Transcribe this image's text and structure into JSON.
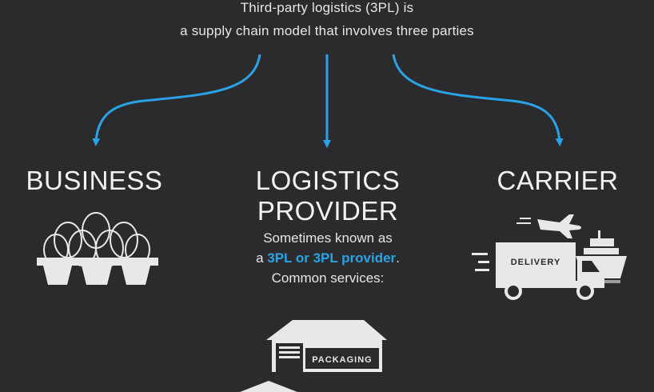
{
  "intro": {
    "line1": "Third-party logistics (3PL) is",
    "line2": "a supply chain model that involves three parties"
  },
  "parties": {
    "business": "BUSINESS",
    "logistics_line1": "LOGISTICS",
    "logistics_line2": "PROVIDER",
    "carrier": "CARRIER"
  },
  "logistics_desc": {
    "line1": "Sometimes known as",
    "line2_prefix": "a ",
    "line2_highlight": "3PL or 3PL provider",
    "line2_suffix": ".",
    "line3": "Common services:"
  },
  "labels": {
    "delivery": "DELIVERY",
    "packaging": "PACKAGING"
  },
  "colors": {
    "background": "#2b2b2d",
    "arrow": "#2aa3e6",
    "highlight": "#2aa3e6",
    "icon": "#e8e8e8"
  },
  "icons": [
    "egg-carton-icon",
    "airplane-icon",
    "ship-icon",
    "delivery-truck-icon",
    "warehouse-icon"
  ]
}
